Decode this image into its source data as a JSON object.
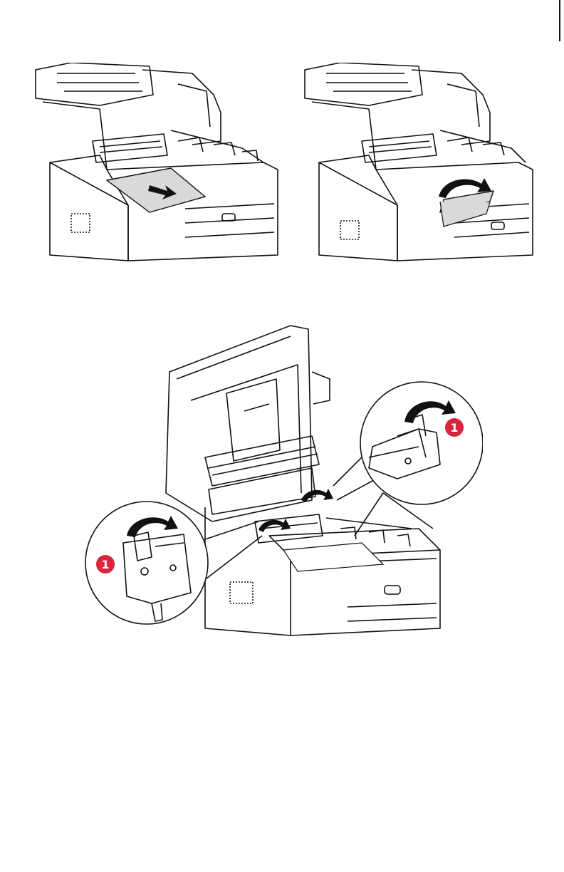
{
  "document": {
    "manual_page": "printer-paper-jam-instructions",
    "illustrations": [
      {
        "id": "fig-remove-paper-straight",
        "icon": "arrow-right-icon"
      },
      {
        "id": "fig-remove-paper-lift",
        "icon": "curved-arrow-icon"
      },
      {
        "id": "fig-fuser-levers",
        "icon": "curved-arrow-icon"
      }
    ],
    "callouts": {
      "left_number": "1",
      "right_number": "1"
    },
    "colors": {
      "line": "#111111",
      "paper_fill": "#d9d9d9",
      "callout_red": "#d7263d",
      "background": "#ffffff"
    }
  }
}
